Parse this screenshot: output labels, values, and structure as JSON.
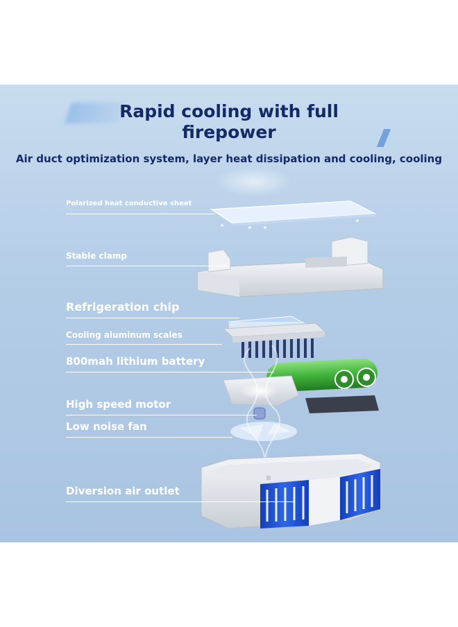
{
  "title_line1": "Rapid cooling with full",
  "title_line2": "firepower",
  "subtitle": "Air duct optimization system, layer heat dissipation and cooling, cooling",
  "labels": {
    "sheet": "Polarized heat conductive sheet",
    "clamp": "Stable clamp",
    "chip": "Refrigeration chip",
    "scales": "Cooling aluminum scales",
    "battery": "800mah lithium battery",
    "motor": "High speed motor",
    "fan": "Low noise fan",
    "outlet": "Diversion air outlet"
  },
  "colors": {
    "title": "#142a66",
    "background": "#b3cce6",
    "accent_blue": "#1f4fd0",
    "battery_green": "#3fb23a"
  }
}
